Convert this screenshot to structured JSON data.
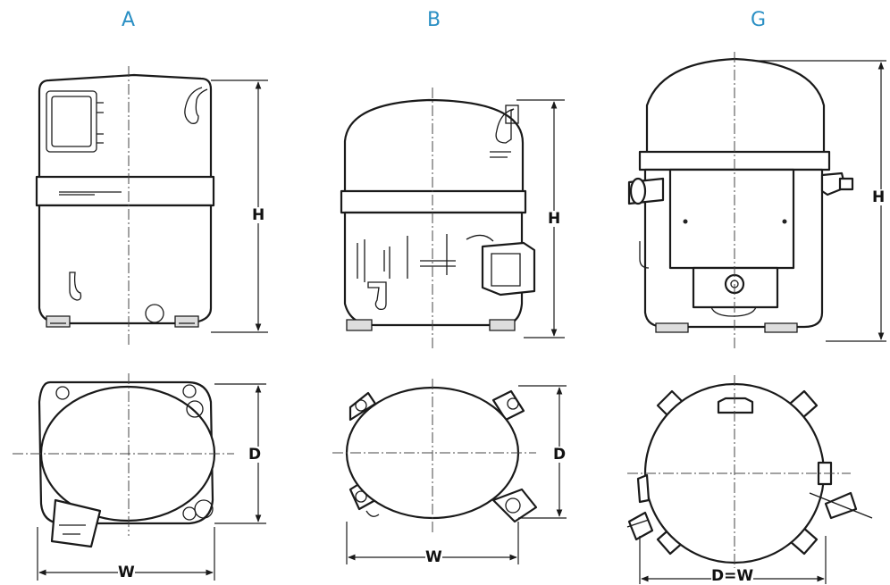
{
  "panels": [
    {
      "label": "A",
      "height_label": "H",
      "depth_label": "D",
      "width_label": "W"
    },
    {
      "label": "B",
      "height_label": "H",
      "depth_label": "D",
      "width_label": "W"
    },
    {
      "label": "G",
      "height_label": "H",
      "depth_width_label": "D=W"
    }
  ],
  "colors": {
    "panel_label": "#2a8fc4",
    "line": "#1a1a1a"
  }
}
